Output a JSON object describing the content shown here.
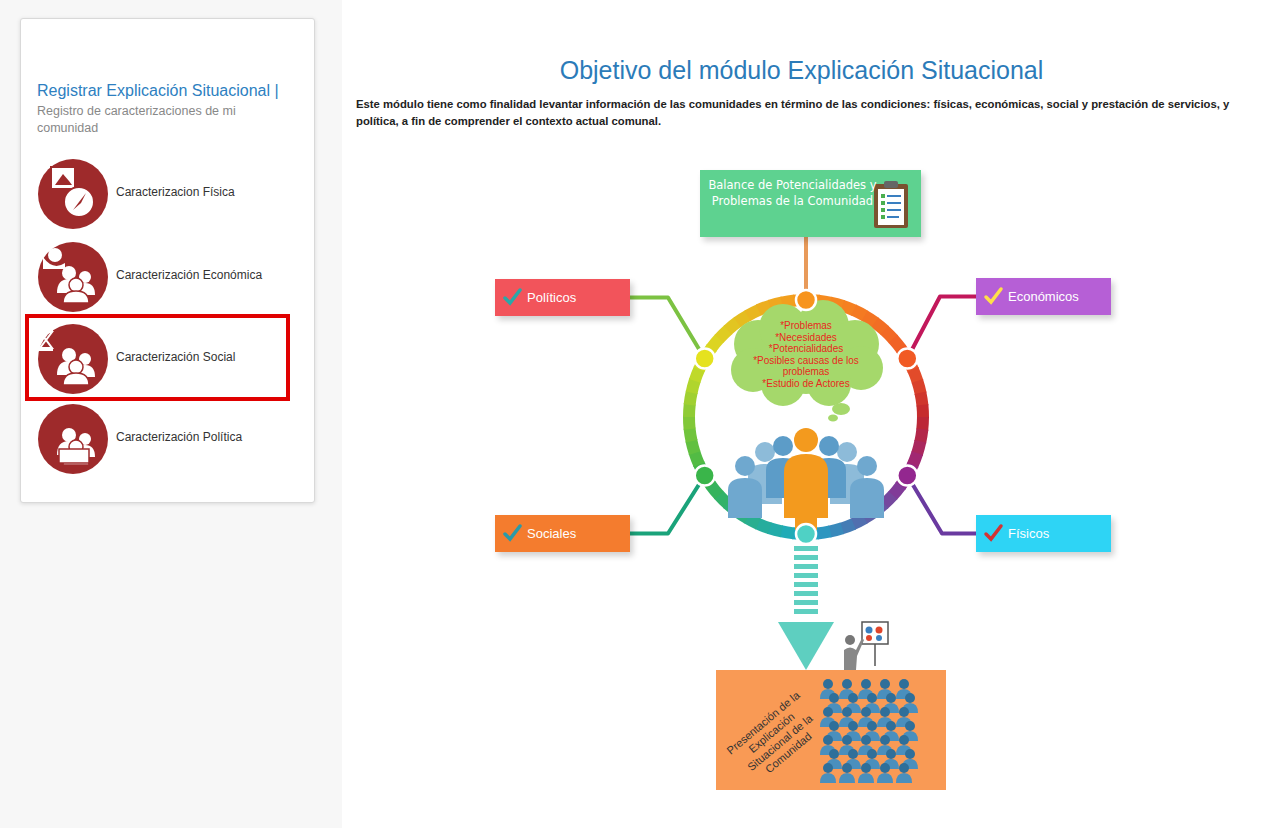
{
  "diagram": {
    "title": "Objetivo del módulo Explicación Situacional",
    "nodes": [
      {
        "text": [
          "Registrar Explicación Situacional |",
          "Registro de caracterizaciones de mi comunidad"
        ]
      },
      {
        "text": [
          "Caracterizacion Física"
        ],
        "in": 0
      },
      {
        "text": [
          "Caracterización Económica"
        ],
        "in": 0
      },
      {
        "text": [
          "Caracterización Social"
        ],
        "in": 0
      },
      {
        "text": [
          "Caracterización Política"
        ],
        "in": 0
      },
      {
        "text": [
          "Balance de Potencialidades y Problemas de la Comunidad"
        ]
      },
      {
        "text": [
          "Políticos"
        ]
      },
      {
        "text": [
          "Económicos"
        ]
      },
      {
        "text": [
          "Sociales"
        ]
      },
      {
        "text": [
          "Físicos"
        ]
      },
      {
        "text": [
          "*Problemas",
          "*Necesidades",
          "*Potencialidades",
          "*Posibles causas de los problemas",
          "*Estudio de Actores"
        ]
      },
      {
        "text": [
          "Presentación de la Explicación Situacional de la Comunidad"
        ]
      }
    ],
    "edges": [
      {
        "from": 5,
        "to": 10,
        "arrow": "none"
      },
      {
        "from": 6,
        "to": 10,
        "arrow": "none"
      },
      {
        "from": 7,
        "to": 10,
        "arrow": "none"
      },
      {
        "from": 8,
        "to": 10,
        "arrow": "none"
      },
      {
        "from": 9,
        "to": 10,
        "arrow": "none"
      },
      {
        "from": 10,
        "to": 11,
        "arrow": "to"
      }
    ],
    "labels": [
      "Este módulo tiene como finalidad levantar información de las comunidades en término de las condiciones: físicas, económicas, social y prestación de servicios, y política, a fin de comprender el contexto actual comunal."
    ]
  }
}
